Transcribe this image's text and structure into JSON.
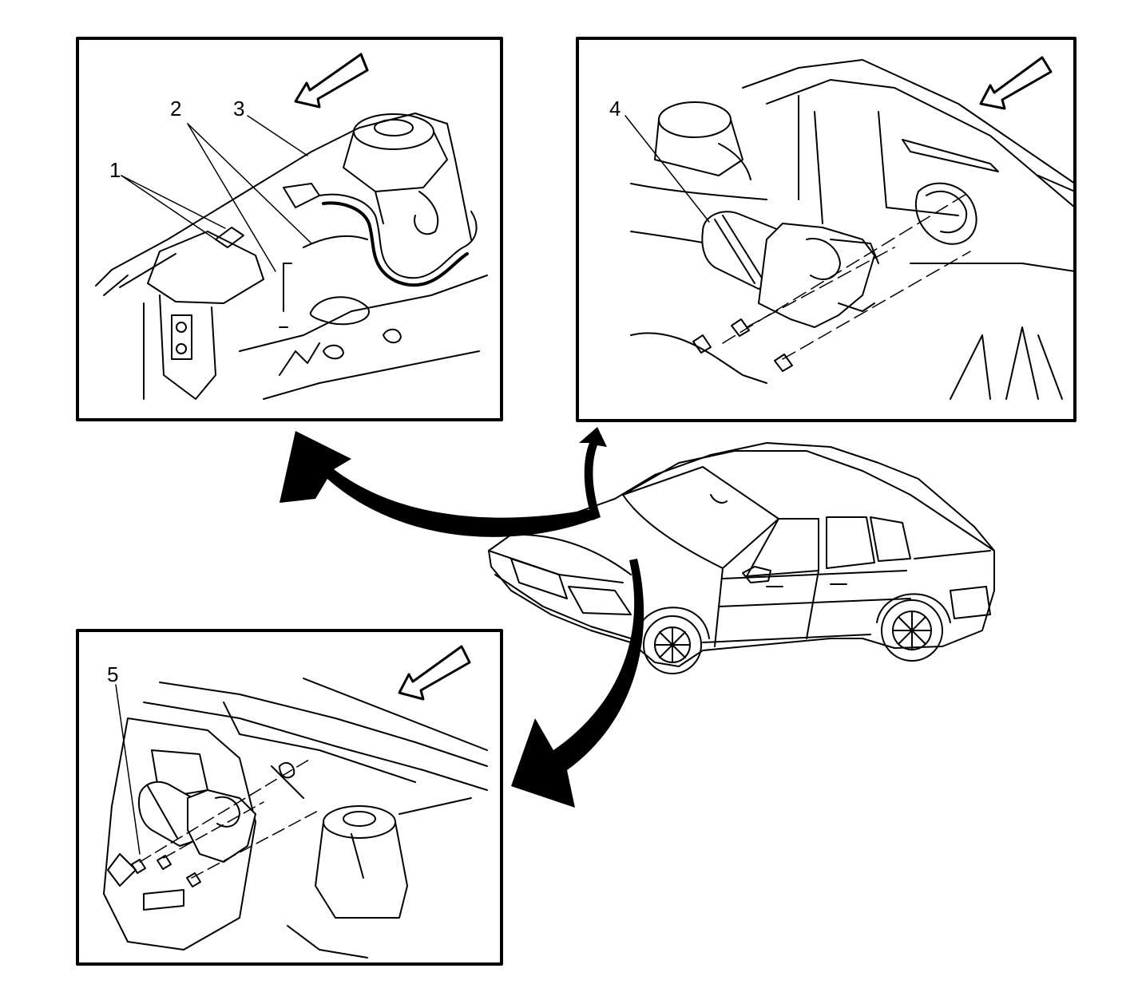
{
  "diagram": {
    "callouts": {
      "c1": "1",
      "c2": "2",
      "c3": "3",
      "c4": "4",
      "c5": "5"
    },
    "colors": {
      "ink": "#000000",
      "paper": "#ffffff"
    },
    "icons": {
      "forward_arrow": "forward-direction-arrow-icon",
      "view_arrow": "curved-view-arrow-icon"
    }
  }
}
